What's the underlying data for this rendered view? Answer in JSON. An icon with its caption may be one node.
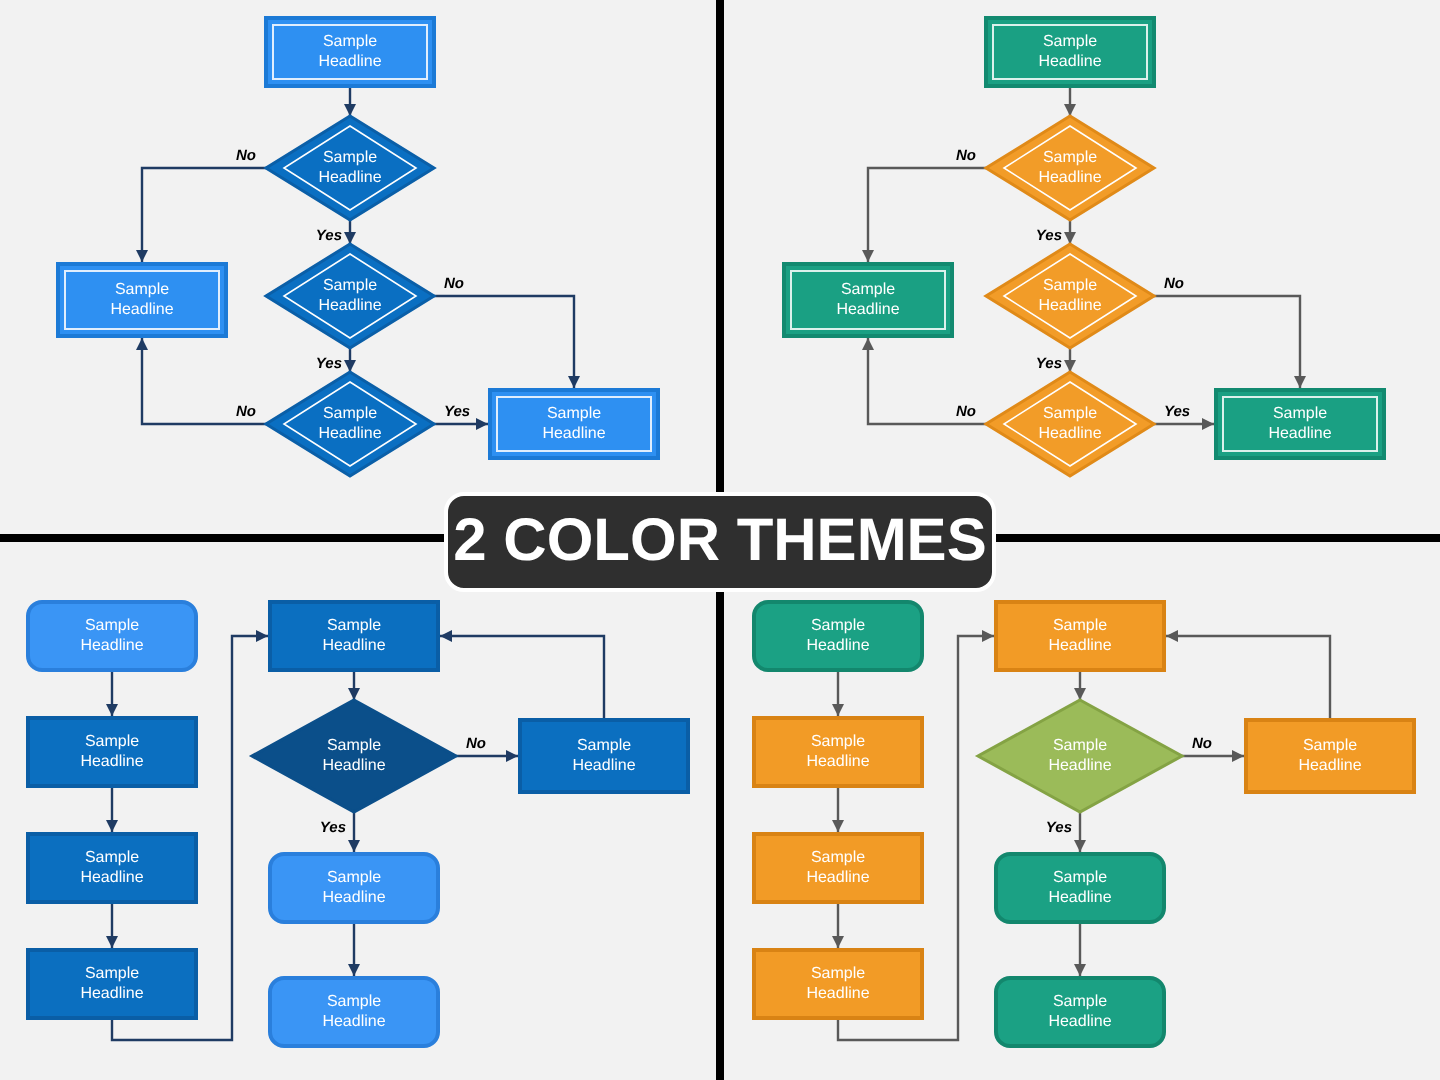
{
  "diagram": {
    "title": "2 COLOR THEMES",
    "nodes": [
      {
        "text": [
          "Sample Headline"
        ]
      },
      {
        "text": [
          "Sample Headline"
        ]
      },
      {
        "text": [
          "Sample Headline"
        ]
      },
      {
        "text": [
          "Sample Headline"
        ]
      },
      {
        "text": [
          "Sample Headline"
        ]
      },
      {
        "text": [
          "Sample Headline"
        ]
      },
      {
        "text": [
          "Sample Headline"
        ]
      },
      {
        "text": [
          "Sample Headline"
        ]
      },
      {
        "text": [
          "Sample Headline"
        ]
      },
      {
        "text": [
          "Sample Headline"
        ]
      },
      {
        "text": [
          "Sample Headline"
        ]
      },
      {
        "text": [
          "Sample Headline"
        ]
      },
      {
        "text": [
          "Sample Headline"
        ]
      },
      {
        "text": [
          "Sample Headline"
        ]
      },
      {
        "text": [
          "Sample Headline"
        ]
      },
      {
        "text": [
          "Sample Headline"
        ]
      },
      {
        "text": [
          "Sample Headline"
        ]
      },
      {
        "text": [
          "Sample Headline"
        ]
      },
      {
        "text": [
          "Sample Headline"
        ]
      },
      {
        "text": [
          "Sample Headline"
        ]
      },
      {
        "text": [
          "Sample Headline"
        ]
      },
      {
        "text": [
          "Sample Headline"
        ]
      },
      {
        "text": [
          "Sample Headline"
        ]
      },
      {
        "text": [
          "Sample Headline"
        ]
      },
      {
        "text": [
          "Sample Headline"
        ]
      },
      {
        "text": [
          "Sample Headline"
        ]
      },
      {
        "text": [
          "Sample Headline"
        ]
      },
      {
        "text": [
          "Sample Headline"
        ]
      },
      {
        "text": [
          "Sample Headline"
        ]
      },
      {
        "text": [
          "Sample Headline"
        ]
      }
    ],
    "edges": [
      {
        "from": 0,
        "to": 1,
        "arrow": "to"
      },
      {
        "from": 1,
        "to": 2,
        "arrow": "to",
        "label": "No"
      },
      {
        "from": 1,
        "to": 3,
        "arrow": "to",
        "label": "Yes"
      },
      {
        "from": 3,
        "to": 4,
        "arrow": "to",
        "label": "Yes"
      },
      {
        "from": 3,
        "to": 5,
        "arrow": "to",
        "label": "No"
      },
      {
        "from": 4,
        "to": 5,
        "arrow": "to",
        "label": "Yes"
      },
      {
        "from": 4,
        "to": 2,
        "arrow": "to",
        "label": "No"
      },
      {
        "from": 6,
        "to": 7,
        "arrow": "to",
        "color": "#595959"
      },
      {
        "from": 7,
        "to": 8,
        "arrow": "to",
        "label": "No",
        "color": "#595959"
      },
      {
        "from": 7,
        "to": 9,
        "arrow": "to",
        "label": "Yes",
        "color": "#595959"
      },
      {
        "from": 9,
        "to": 10,
        "arrow": "to",
        "label": "Yes",
        "color": "#595959"
      },
      {
        "from": 9,
        "to": 11,
        "arrow": "to",
        "label": "No",
        "color": "#595959"
      },
      {
        "from": 10,
        "to": 11,
        "arrow": "to",
        "label": "Yes",
        "color": "#595959"
      },
      {
        "from": 10,
        "to": 8,
        "arrow": "to",
        "label": "No",
        "color": "#595959"
      },
      {
        "from": 12,
        "to": 13,
        "arrow": "to"
      },
      {
        "from": 13,
        "to": 14,
        "arrow": "to"
      },
      {
        "from": 14,
        "to": 15,
        "arrow": "to"
      },
      {
        "from": 15,
        "to": 16,
        "arrow": "to"
      },
      {
        "from": 16,
        "to": 17,
        "arrow": "to"
      },
      {
        "from": 17,
        "to": 18,
        "arrow": "to",
        "label": "No"
      },
      {
        "from": 17,
        "to": 19,
        "arrow": "to",
        "label": "Yes"
      },
      {
        "from": 19,
        "to": 20,
        "arrow": "to"
      },
      {
        "from": 18,
        "to": 16,
        "arrow": "to"
      },
      {
        "from": 21,
        "to": 22,
        "arrow": "to",
        "color": "#595959"
      },
      {
        "from": 22,
        "to": 23,
        "arrow": "to",
        "color": "#595959"
      },
      {
        "from": 23,
        "to": 24,
        "arrow": "to",
        "color": "#595959"
      },
      {
        "from": 24,
        "to": 25,
        "arrow": "to",
        "color": "#595959"
      },
      {
        "from": 25,
        "to": 26,
        "arrow": "to",
        "color": "#595959"
      },
      {
        "from": 26,
        "to": 27,
        "arrow": "to",
        "label": "No",
        "color": "#595959"
      },
      {
        "from": 26,
        "to": 28,
        "arrow": "to",
        "label": "Yes",
        "color": "#595959"
      },
      {
        "from": 28,
        "to": 29,
        "arrow": "to",
        "color": "#595959"
      },
      {
        "from": 27,
        "to": 25,
        "arrow": "to",
        "color": "#595959"
      }
    ]
  }
}
